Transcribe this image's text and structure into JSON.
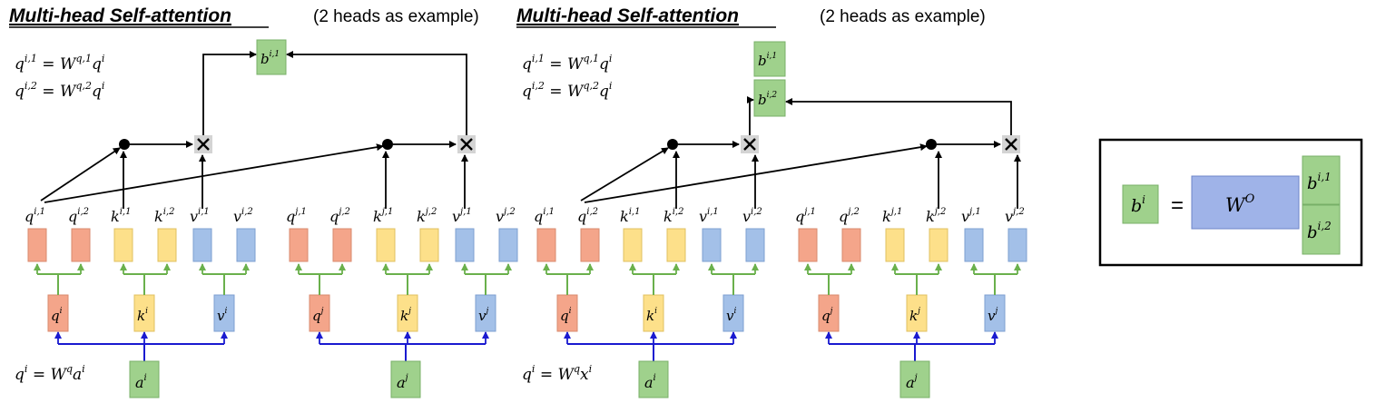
{
  "panels": [
    {
      "title": "Multi-head Self-attention",
      "subtitle": "(2 heads as example)",
      "eq_top": [
        "q^{i,1} = W^{q,1} q^i",
        "q^{i,2} = W^{q,2} q^i"
      ],
      "eq_bottom": "q^i = W^q a^i"
    },
    {
      "title": "Multi-head Self-attention",
      "subtitle": "(2 heads as example)",
      "eq_top": [
        "q^{i,1} = W^{q,1} q^i",
        "q^{i,2} = W^{q,2} q^i"
      ],
      "eq_bottom": "q^i = W^q x^i"
    }
  ],
  "vectors_i": [
    "q^{i,1}",
    "q^{i,2}",
    "k^{i,1}",
    "k^{i,2}",
    "v^{i,1}",
    "v^{i,2}"
  ],
  "vectors_j": [
    "q^{j,1}",
    "q^{j,2}",
    "k^{j,1}",
    "k^{j,2}",
    "v^{j,1}",
    "v^{j,2}"
  ],
  "mid_i": [
    "q^i",
    "k^i",
    "v^i"
  ],
  "mid_j": [
    "q^j",
    "k^j",
    "v^j"
  ],
  "inputs": [
    "a^i",
    "a^j"
  ],
  "outputs": [
    "b^{i,1}",
    "b^{i,2}"
  ],
  "concat": {
    "lhs": "b^i",
    "equals": "=",
    "matrix": "W^O",
    "stack": [
      "b^{i,1}",
      "b^{i,2}"
    ]
  },
  "colors": {
    "q": "#f4a58a",
    "q_border": "#d98a6e",
    "k": "#fde08a",
    "k_border": "#e0c060",
    "v": "#a3c0e8",
    "v_border": "#7e9fd0",
    "b": "#9fd18c",
    "b_border": "#78b068",
    "wo": "#9fb3e8",
    "wo_border": "#6c85c8",
    "green_line": "#6ab04c",
    "blue_line": "#1a1ad0",
    "op_box": "#d4d4d4"
  }
}
